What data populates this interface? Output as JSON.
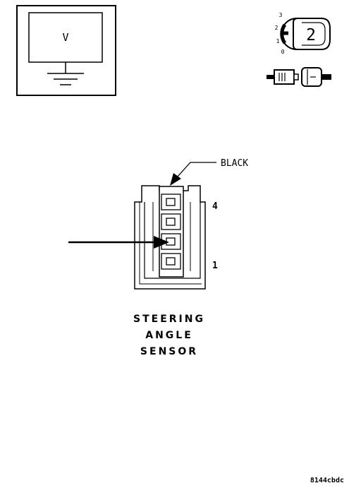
{
  "meter": {
    "label": "V"
  },
  "ignition": {
    "positions": [
      "3",
      "2",
      "1",
      "0"
    ],
    "key_number": "2"
  },
  "connector": {
    "color_label": "BLACK",
    "pin_top_label": "4",
    "pin_bottom_label": "1"
  },
  "component": {
    "title_lines": [
      "STEERING",
      "ANGLE",
      "SENSOR"
    ]
  },
  "figure_id": "8144cbdc"
}
